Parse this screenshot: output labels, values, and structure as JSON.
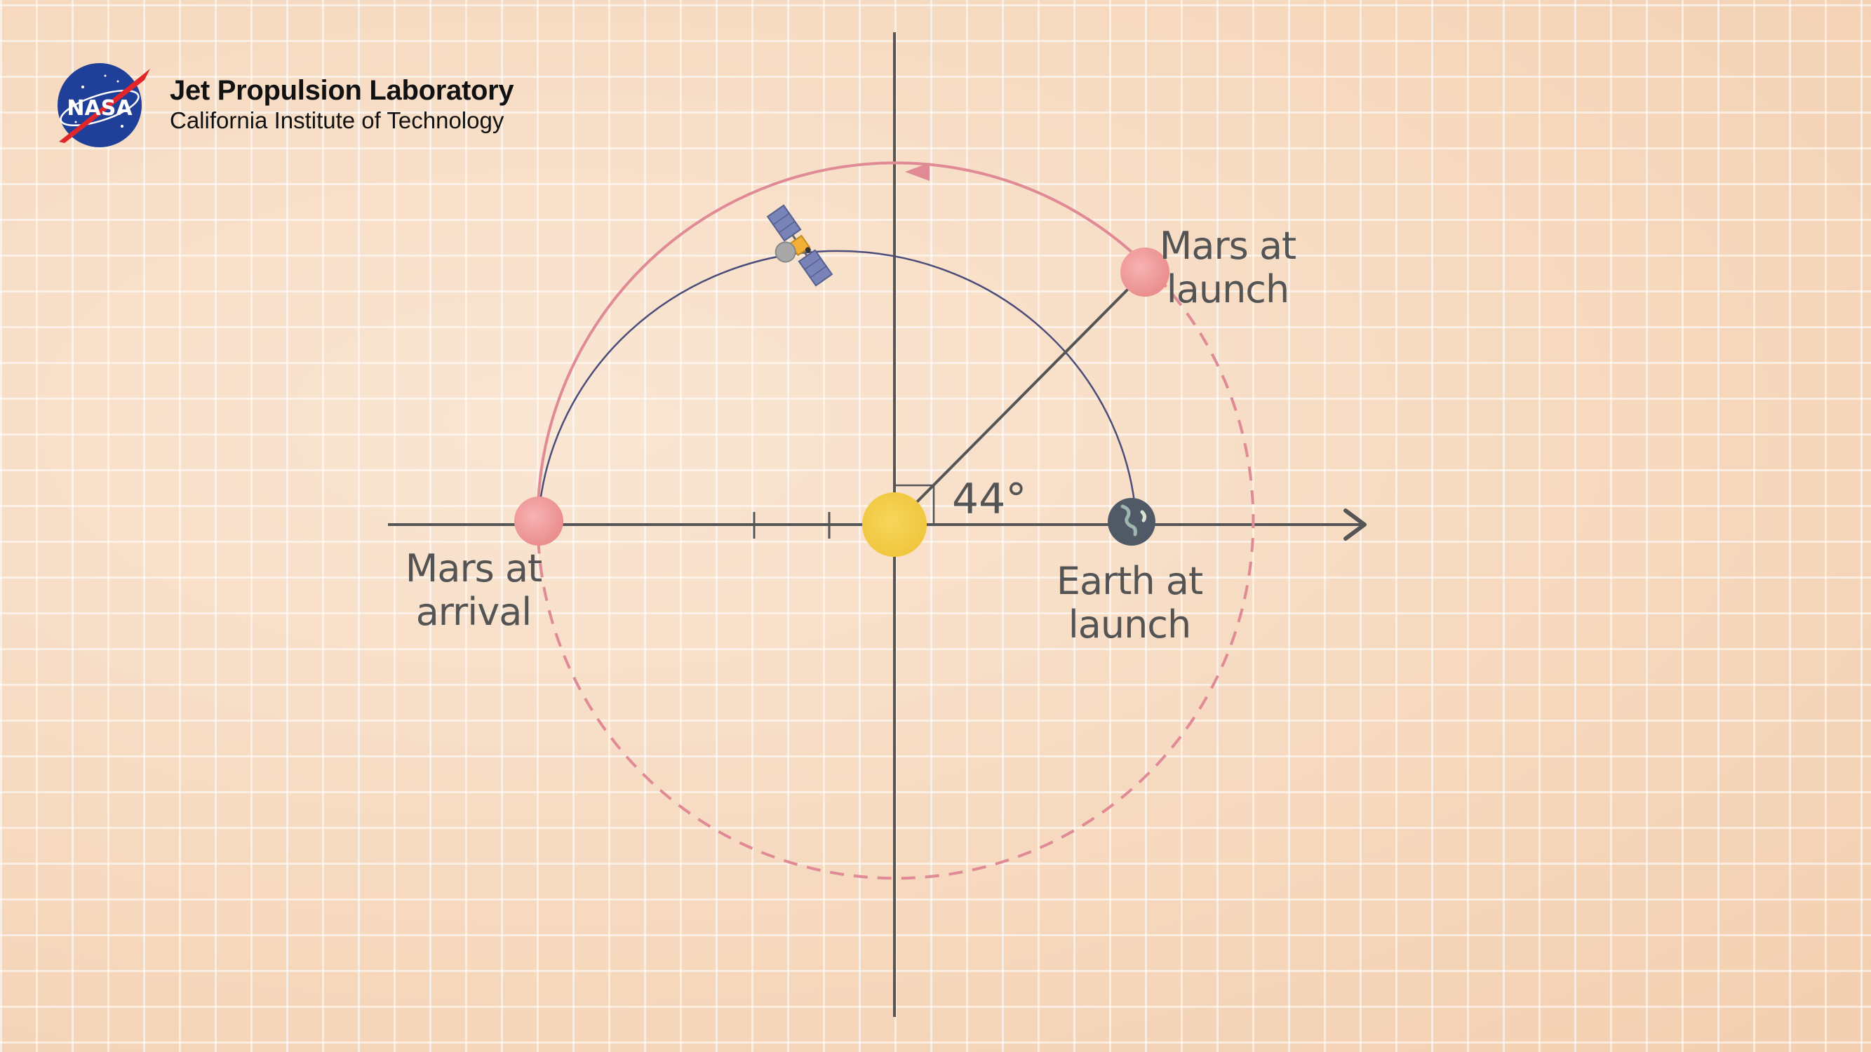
{
  "header": {
    "org_name": "Jet Propulsion Laboratory",
    "org_subtitle": "California Institute of Technology",
    "logo_text": "NASA"
  },
  "diagram": {
    "angle_label": "44°",
    "mars_at_launch": [
      "Mars at",
      "launch"
    ],
    "mars_at_arrival": [
      "Mars at",
      "arrival"
    ],
    "earth_at_launch": [
      "Earth at",
      "launch"
    ]
  },
  "colors": {
    "sun": "#f4cc45",
    "mars": "#f1a0a0",
    "mars_orbit": "#e08a96",
    "transfer_path": "#4c4c7a",
    "axis": "#555555",
    "earth": "#4f5a66"
  },
  "icons": [
    "nasa-logo-icon",
    "spacecraft-icon",
    "sun-icon",
    "earth-icon",
    "mars-icon",
    "arrow-icon"
  ]
}
